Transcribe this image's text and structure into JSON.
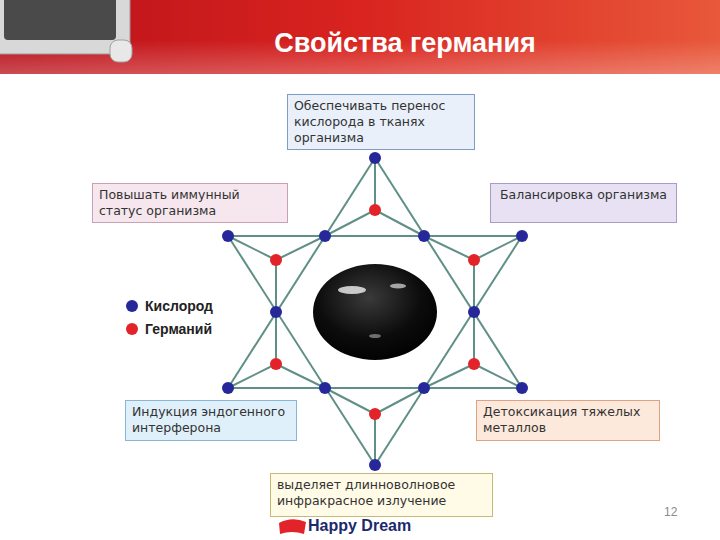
{
  "diagram": {
    "title": "Свойства германия",
    "nodes": [
      {
        "text": [
          "Обеспечивать перенос кислорода в тканях организма"
        ]
      },
      {
        "text": [
          "Повышать иммунный статус организма"
        ]
      },
      {
        "text": [
          "Балансировка организма"
        ]
      },
      {
        "text": [
          "Индукция эндогенного интерферона"
        ]
      },
      {
        "text": [
          "Детоксикация тяжелых металлов"
        ]
      },
      {
        "text": [
          "выделяет длинноволновое инфракрасное излучение"
        ]
      }
    ],
    "labels": [
      "Happy Dream",
      "12"
    ],
    "legend": [
      {
        "text": "Кислород",
        "color": "#26289a"
      },
      {
        "text": "Германий",
        "color": "#e3232a"
      }
    ]
  }
}
